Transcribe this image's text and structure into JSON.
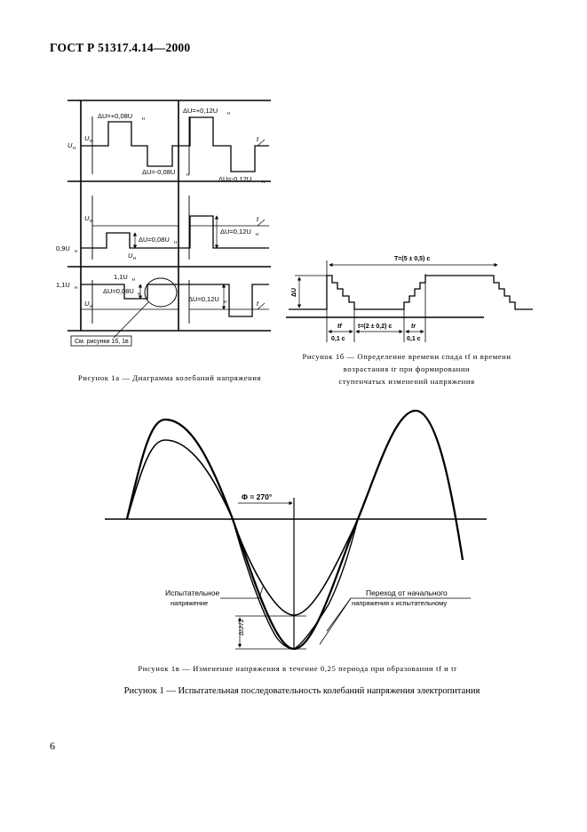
{
  "header": {
    "title": "ГОСТ Р 51317.4.14—2000"
  },
  "fig1a": {
    "caption": "Рисунок 1а — Диаграмма колебаний напряжения",
    "un": "U",
    "un_sub": "н",
    "t": "t",
    "level_09": "0,9U",
    "level_11": "1,1U",
    "level_11_inner": "1,1U",
    "row1": {
      "du_p008": "ΔU=+0,08U",
      "du_p012": "ΔU=+0,12U",
      "du_m008": "ΔU=-0,08U",
      "du_m012": "ΔU=-0,12U"
    },
    "row2": {
      "du_008": "ΔU=0,08U",
      "du_012": "ΔU=0,12U"
    },
    "row3": {
      "du_008": "ΔU=0,08U",
      "du_012": "ΔU=0,12U"
    },
    "callout": "См. рисунки 1б, 1в"
  },
  "fig1b": {
    "caption_l1": "Рисунок 1б — Определение времени спада tf и времени",
    "caption_l2": "возрастания tr при формировании",
    "caption_l3": "ступенчатых изменений напряжения",
    "period": "T=(5 ± 0,5) с",
    "du": "ΔU",
    "tf": "tf",
    "tr": "tr",
    "t_mid": "t=(2 ± 0,2) с",
    "dur1": "0,1 с",
    "dur2": "0,1 с"
  },
  "fig1c": {
    "caption": "Рисунок 1в — Изменение напряжения в течение 0,25 периода при образовании tf и tr",
    "phi": "Φ = 270°",
    "test_l1": "Испытательное",
    "test_l2": "напряжение",
    "trans_l1": "Переход от начального",
    "trans_l2": "напряжения к испытательному",
    "du_sqrt2": "ΔU√2"
  },
  "main_caption": "Рисунок 1 — Испытательная последовательность колебаний напряжения электропитания",
  "page_number": "6"
}
